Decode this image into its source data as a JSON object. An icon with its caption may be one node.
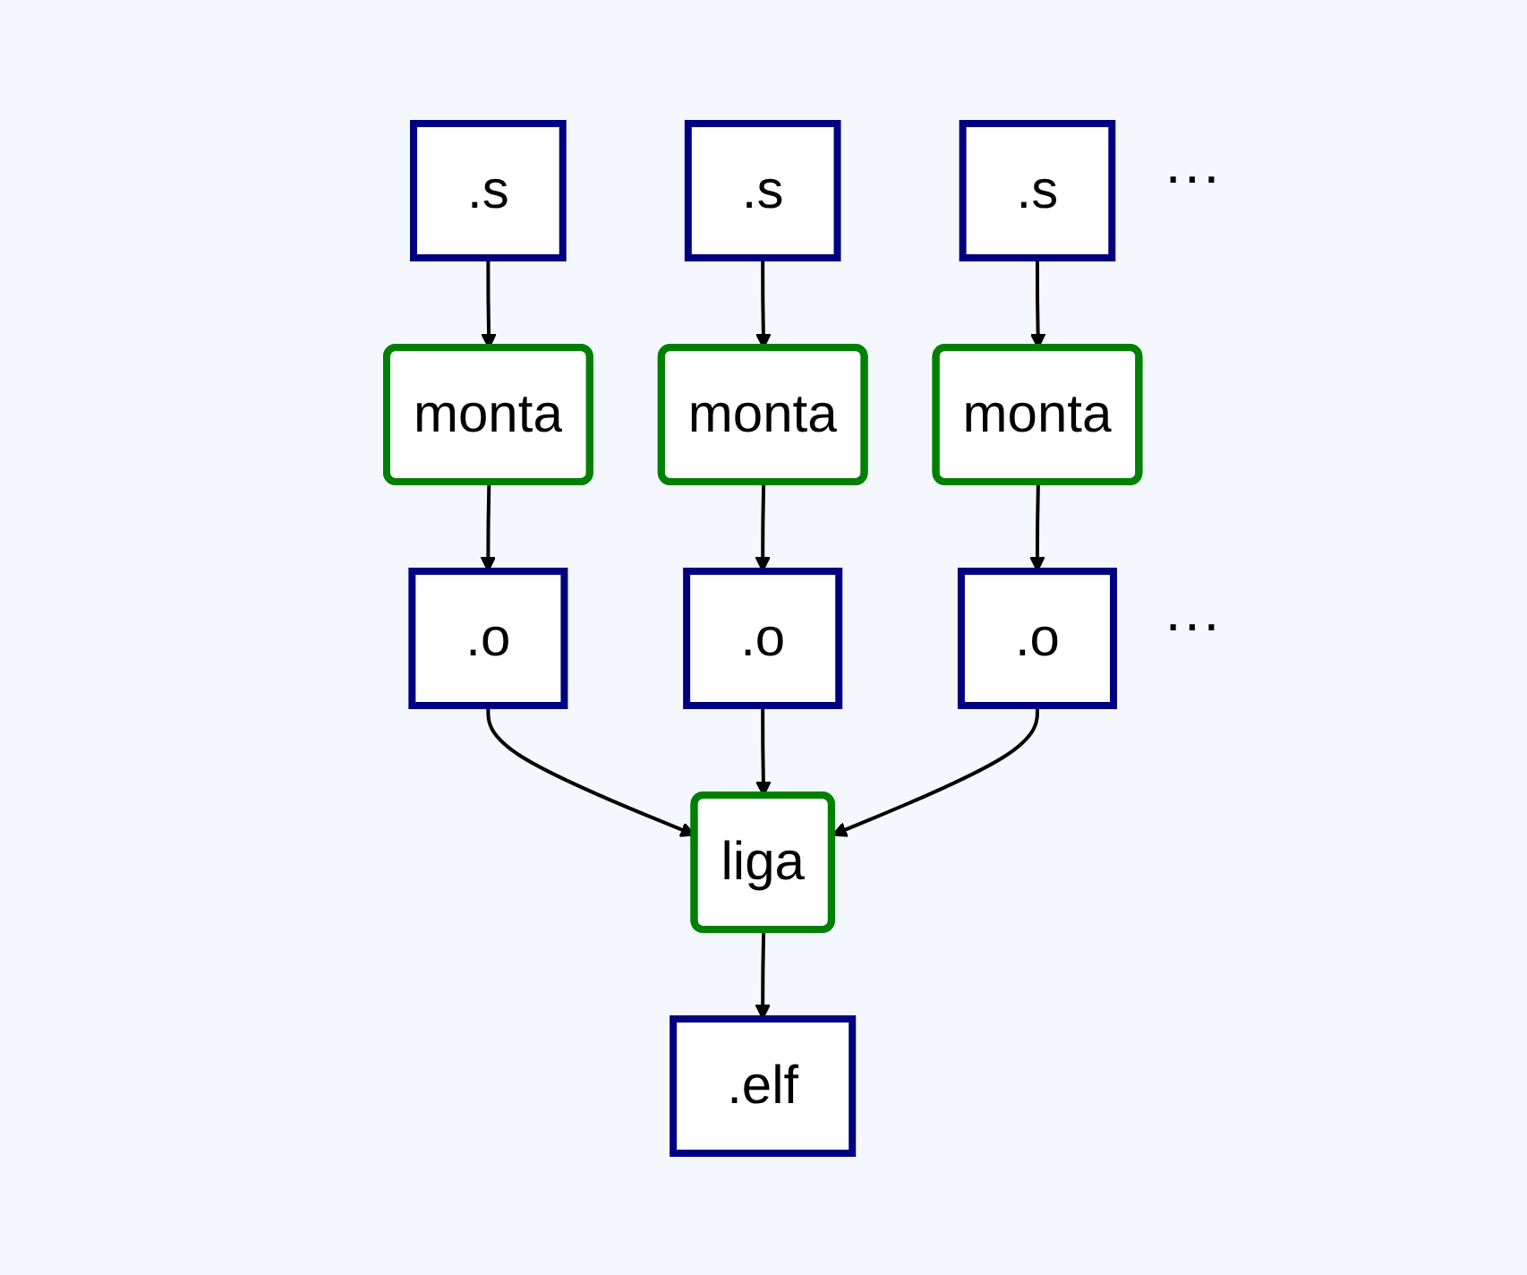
{
  "diagram": {
    "nodes": [
      {
        "text": [
          ".s"
        ]
      },
      {
        "text": [
          ".s"
        ]
      },
      {
        "text": [
          ".s"
        ]
      },
      {
        "text": [
          "monta"
        ]
      },
      {
        "text": [
          "monta"
        ]
      },
      {
        "text": [
          "monta"
        ]
      },
      {
        "text": [
          ".o"
        ]
      },
      {
        "text": [
          ".o"
        ]
      },
      {
        "text": [
          ".o"
        ]
      },
      {
        "text": [
          "liga"
        ]
      },
      {
        "text": [
          ".elf"
        ]
      }
    ],
    "edges": [
      {
        "from": 0,
        "to": 3,
        "arrow": "to"
      },
      {
        "from": 1,
        "to": 4,
        "arrow": "to"
      },
      {
        "from": 2,
        "to": 5,
        "arrow": "to"
      },
      {
        "from": 3,
        "to": 6,
        "arrow": "to"
      },
      {
        "from": 4,
        "to": 7,
        "arrow": "to"
      },
      {
        "from": 5,
        "to": 8,
        "arrow": "to"
      },
      {
        "from": 6,
        "to": 9,
        "arrow": "to"
      },
      {
        "from": 7,
        "to": 9,
        "arrow": "to"
      },
      {
        "from": 8,
        "to": 9,
        "arrow": "to"
      },
      {
        "from": 9,
        "to": 10,
        "arrow": "to"
      }
    ],
    "labels": [
      "···",
      "···"
    ]
  }
}
